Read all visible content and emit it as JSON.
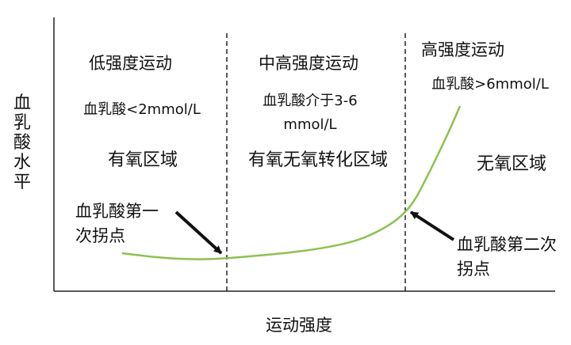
{
  "axes": {
    "y_label": "血乳酸水平",
    "x_label": "运动强度"
  },
  "zones": [
    {
      "title": "低强度运动",
      "threshold": "血乳酸<2mmol/L",
      "name": "有氧区域"
    },
    {
      "title": "中高强度运动",
      "threshold": "血乳酸介于3-6 mmol/L",
      "name": "有氧无氧转化区域"
    },
    {
      "title": "高强度运动",
      "threshold": "血乳酸>6mmol/L",
      "name": "无氧区域"
    }
  ],
  "callouts": {
    "first": "血乳酸第一次拐点",
    "second": "血乳酸第二次拐点"
  },
  "colors": {
    "curve": "#8dc14f",
    "axis": "#222222",
    "text": "#111111"
  }
}
